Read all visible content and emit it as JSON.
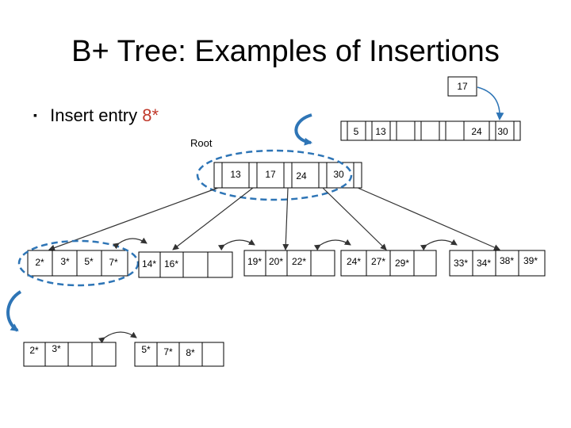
{
  "slide": {
    "title": "B+ Tree: Examples of Insertions",
    "bullet_prefix": "Insert entry",
    "bullet_key": "8*"
  },
  "colors": {
    "accent_blue": "#2e75b6",
    "highlight_red": "#c0392b",
    "lines": "#333333"
  },
  "root_label": "Root",
  "new_root": [
    "17"
  ],
  "split_root": [
    "5",
    "13",
    "",
    "",
    "24",
    "30"
  ],
  "root_node": [
    "13",
    "17",
    "24",
    "30"
  ],
  "leaves": {
    "leaf_1": [
      "2*",
      "3*",
      "5*",
      "7*"
    ],
    "leaf_2": [
      "14*",
      "16*",
      "",
      ""
    ],
    "leaf_3": [
      "19*",
      "20*",
      "22*",
      ""
    ],
    "leaf_4": [
      "24*",
      "27*",
      "29*",
      ""
    ],
    "leaf_5": [
      "33*",
      "34*",
      "38*",
      "39*"
    ]
  },
  "split_leaves": {
    "left": [
      "2*",
      "3*",
      "",
      ""
    ],
    "right": [
      "5*",
      "7*",
      "8*",
      ""
    ]
  }
}
